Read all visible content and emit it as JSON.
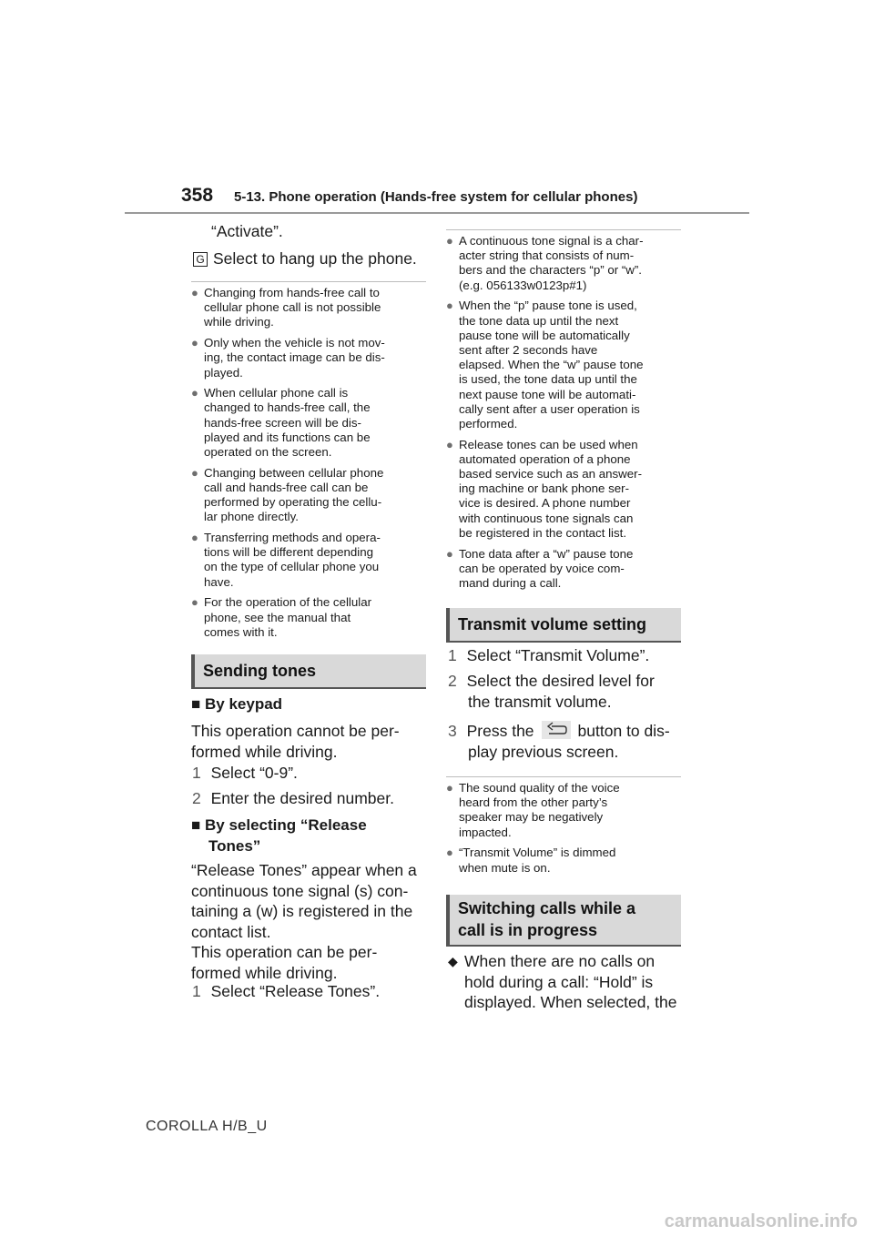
{
  "header": {
    "page_number": "358",
    "section_title": "5-13. Phone operation (Hands-free system for cellular phones)"
  },
  "left": {
    "intro_line": "“Activate”.",
    "g_label": "G",
    "g_text": "Select to hang up the phone.",
    "notes": [
      [
        "Changing from hands-free call to",
        "cellular phone call is not possible",
        "while driving."
      ],
      [
        "Only when the vehicle is not mov-",
        "ing, the contact image can be dis-",
        "played."
      ],
      [
        "When cellular phone call is",
        "changed to hands-free call, the",
        "hands-free screen will be dis-",
        "played and its functions can be",
        "operated on the screen."
      ],
      [
        "Changing between cellular phone",
        "call and hands-free call can be",
        "performed by operating the cellu-",
        "lar phone directly."
      ],
      [
        "Transferring methods and opera-",
        "tions will be different depending",
        "on the type of cellular phone you",
        "have."
      ],
      [
        "For the operation of the cellular",
        "phone, see the manual that",
        "comes with it."
      ]
    ],
    "section_heading": "Sending tones",
    "keypad_heading": "By keypad",
    "keypad_text_1": "This operation cannot be per-",
    "keypad_text_2": "formed while driving.",
    "step1_num": "1",
    "step1_text": "Select “0-9”.",
    "step2_num": "2",
    "step2_text": "Enter the desired number.",
    "release_heading_1": "By selecting “Release",
    "release_heading_2": "Tones”",
    "release_text": [
      "“Release Tones” appear when a",
      "continuous tone signal (s) con-",
      "taining a (w) is registered in the",
      "contact list.",
      "This operation can be per-",
      "formed while driving."
    ],
    "release_step_num": "1",
    "release_step_text": "Select “Release Tones”."
  },
  "right": {
    "notes": [
      [
        "A continuous tone signal is a char-",
        "acter string that consists of num-",
        "bers and the characters “p” or “w”.",
        "(e.g. 056133w0123p#1)"
      ],
      [
        "When the “p” pause tone is used,",
        "the tone data up until the next",
        "pause tone will be automatically",
        "sent after 2 seconds have",
        "elapsed. When the “w” pause tone",
        "is used, the tone data up until the",
        "next pause tone will be automati-",
        "cally sent after a user operation is",
        "performed."
      ],
      [
        "Release tones can be used when",
        "automated operation of a phone",
        "based service such as an answer-",
        "ing machine or bank phone ser-",
        "vice is desired. A phone number",
        "with continuous tone signals can",
        "be registered in the contact list."
      ],
      [
        "Tone data after a “w” pause tone",
        "can be operated by voice com-",
        "mand during a call."
      ]
    ],
    "transmit_heading": "Transmit volume setting",
    "t_step1_num": "1",
    "t_step1_text": "Select “Transmit Volume”.",
    "t_step2_num": "2",
    "t_step2_text_1": "Select the desired level for",
    "t_step2_text_2": "the transmit volume.",
    "t_step3_num": "3",
    "t_step3_pre": "Press the",
    "t_step3_post": "button to dis-",
    "t_step3_text_2": "play previous screen.",
    "transmit_notes": [
      [
        "The sound quality of the voice",
        "heard from the other party’s",
        "speaker may be negatively",
        "impacted."
      ],
      [
        "“Transmit Volume” is dimmed",
        "when mute is on."
      ]
    ],
    "switch_heading_1": "Switching calls while a",
    "switch_heading_2": "call is in progress",
    "switch_text": [
      "When there are no calls on",
      "hold during a call: “Hold” is",
      "displayed. When selected, the"
    ]
  },
  "footer": "COROLLA H/B_U",
  "watermark": "carmanualsonline.info"
}
